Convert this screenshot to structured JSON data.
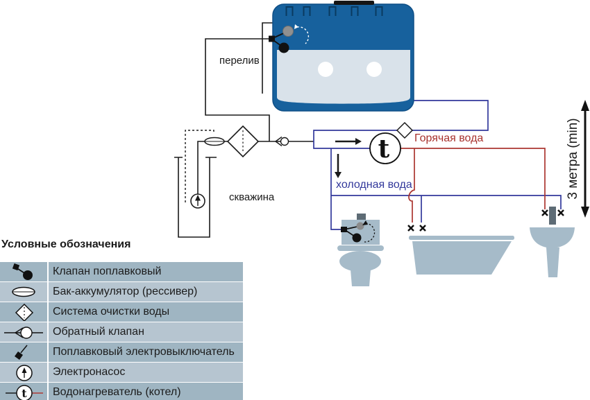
{
  "colors": {
    "tank_blue": "#17619d",
    "water": "#d9e2ea",
    "fixture": "#a6bbc9",
    "cold_line": "#32389b",
    "hot_line": "#ab3530",
    "hot_text": "#a8322d",
    "cold_text": "#32389b",
    "legend_row_dark": "#9fb5c2",
    "legend_row_light": "#b6c5d0"
  },
  "labels": {
    "overflow": "перелив",
    "well": "скважина",
    "hot_water": "Горячая вода",
    "cold_water": "холодная вода",
    "height_note": "3 метра (min)"
  },
  "heater": {
    "symbol": "t"
  },
  "legend": {
    "title": "Условные обозначения",
    "items": [
      {
        "icon": "float-valve",
        "label": "Клапан поплавковый"
      },
      {
        "icon": "accumulator-tank",
        "label": "Бак-аккумулятор (рессивер)"
      },
      {
        "icon": "water-purifier",
        "label": "Система очистки воды"
      },
      {
        "icon": "check-valve",
        "label": "Обратный клапан"
      },
      {
        "icon": "float-switch",
        "label": "Поплавковый электровыключатель"
      },
      {
        "icon": "electric-pump",
        "label": "Электронасос"
      },
      {
        "icon": "water-heater",
        "label": "Водонагреватель (котел)"
      }
    ]
  }
}
